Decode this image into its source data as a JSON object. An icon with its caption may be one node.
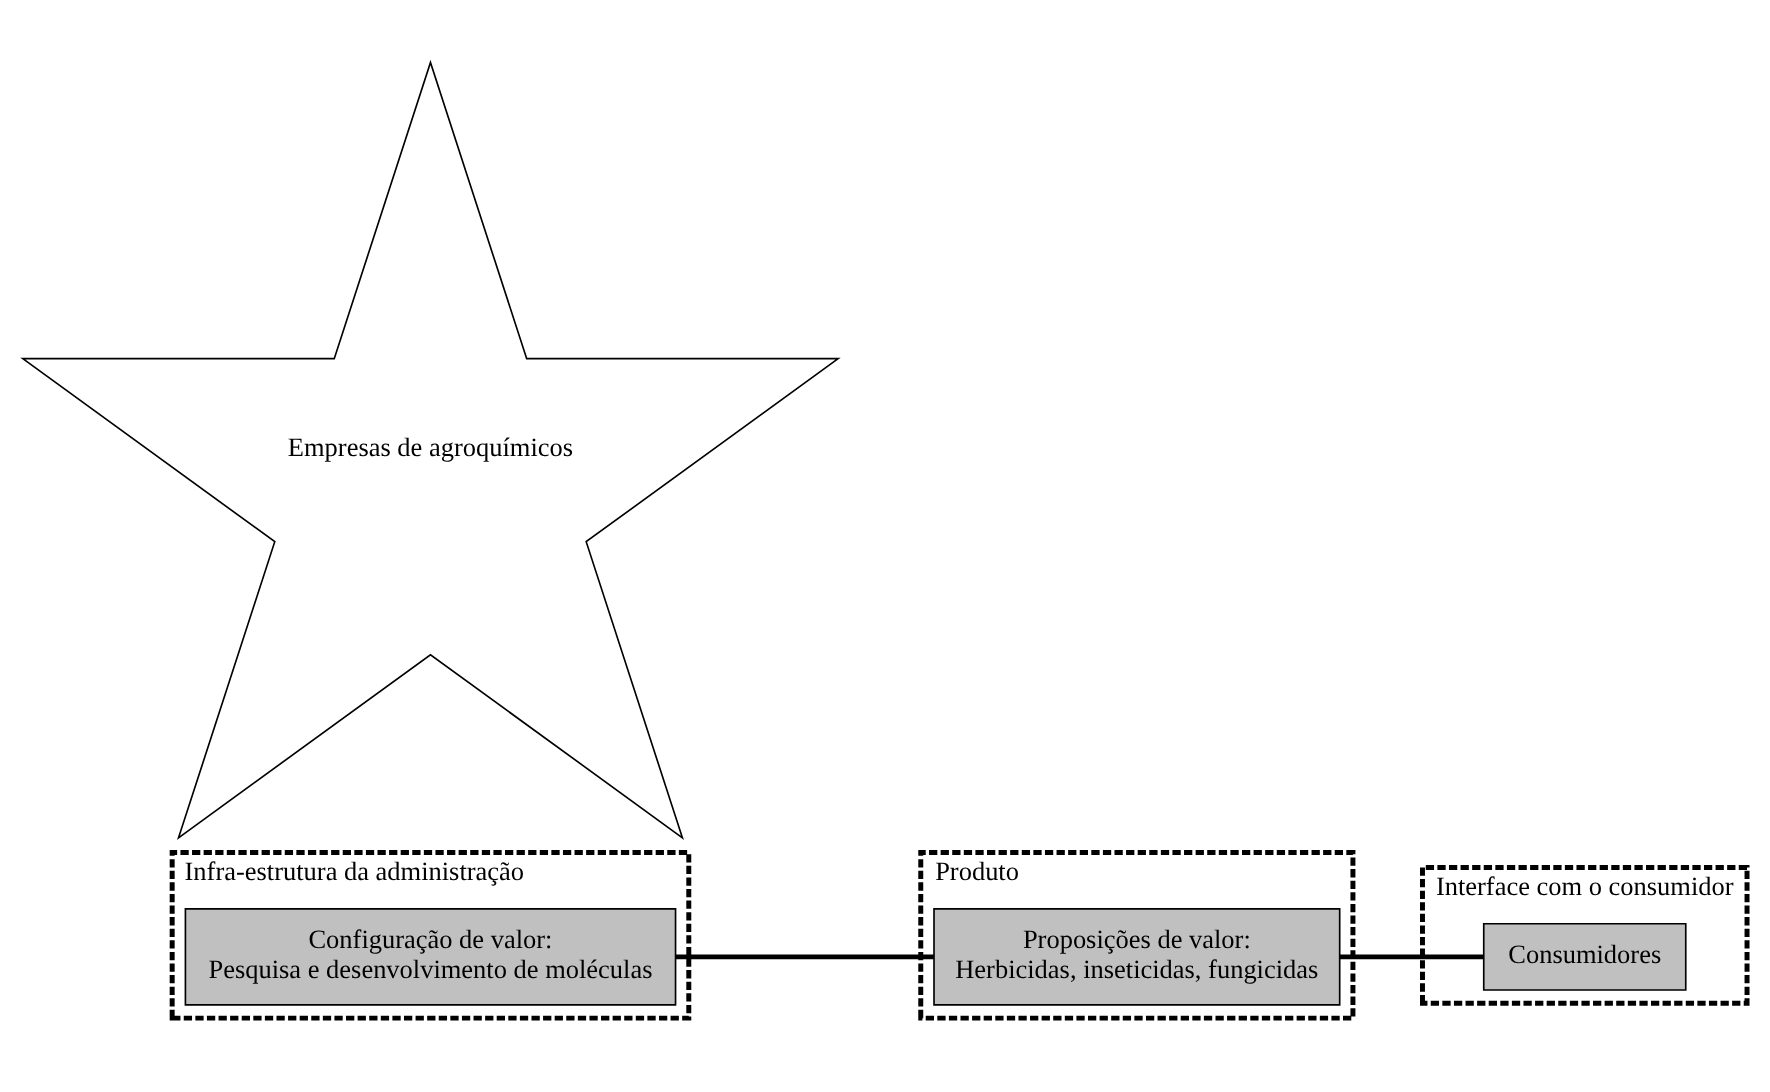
{
  "diagram": {
    "nodes": [
      {
        "text": [
          "Infra-estrutura da administração"
        ]
      },
      {
        "text": [
          "Configuração de valor:",
          "Pesquisa e desenvolvimento de moléculas"
        ],
        "in": 0
      },
      {
        "text": [
          "Produto"
        ]
      },
      {
        "text": [
          "Proposições de valor:",
          "Herbicidas, inseticidas, fungicidas"
        ],
        "in": 2
      },
      {
        "text": [
          "Interface com o consumidor"
        ]
      },
      {
        "text": [
          "Consumidores"
        ],
        "in": 4
      },
      {
        "text": [
          "Empresas de agroquímicos"
        ]
      }
    ],
    "edges": [
      {
        "from": 1,
        "to": 3,
        "arrow": "none"
      },
      {
        "from": 3,
        "to": 5,
        "arrow": "none"
      }
    ]
  }
}
